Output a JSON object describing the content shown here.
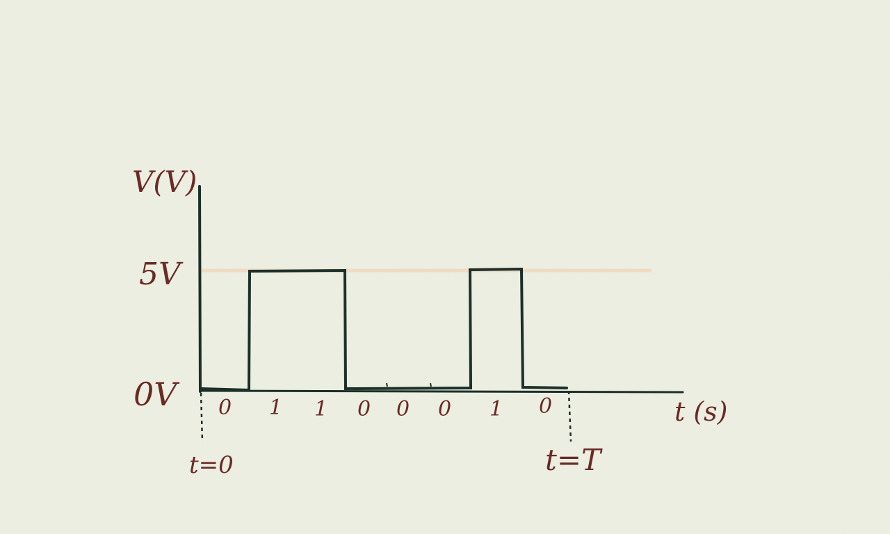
{
  "axes": {
    "y_label": "V(V)",
    "x_label": "t (s)"
  },
  "levels": {
    "high_label": "5V",
    "low_label": "0V"
  },
  "markers": {
    "start_label": "t=0",
    "end_label": "t=T"
  },
  "bits": [
    "0",
    "1",
    "1",
    "0",
    "0",
    "0",
    "1",
    "0"
  ],
  "colors": {
    "ink": "#1c2f28",
    "label": "#6b2a24",
    "guide": "#f0d8bc",
    "paper": "#eef0e4"
  }
}
